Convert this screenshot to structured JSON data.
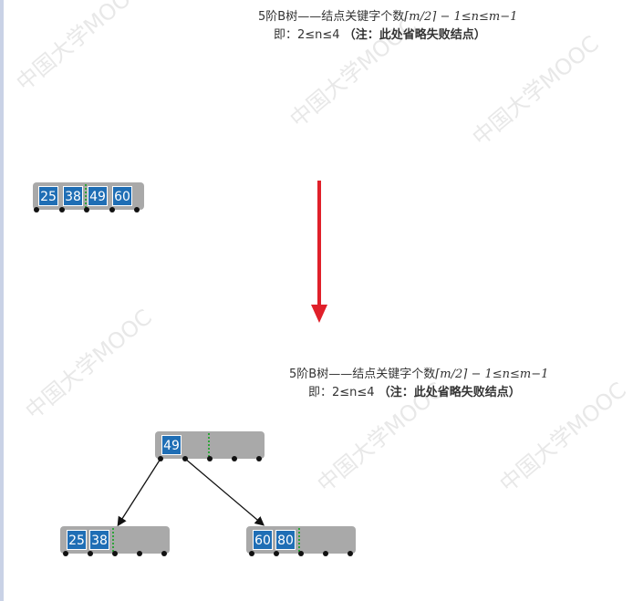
{
  "captions": {
    "top_line1_prefix": "5阶B树——结点关键字个数",
    "top_line1_formula": "⌈m/2⌉ − 1≤n≤m−1",
    "top_line2_prefix": "即：2≤n≤4",
    "top_line2_note": "（注：此处省略失败结点）",
    "bottom_line1_prefix": "5阶B树——结点关键字个数",
    "bottom_line1_formula": "⌈m/2⌉ − 1≤n≤m−1",
    "bottom_line2_prefix": "即：2≤n≤4",
    "bottom_line2_note": "（注：此处省略失败结点）"
  },
  "before_node": {
    "keys": [
      "25",
      "38",
      "49",
      "60"
    ]
  },
  "after_tree": {
    "root_keys": [
      "49"
    ],
    "left_keys": [
      "25",
      "38"
    ],
    "right_keys": [
      "60",
      "80"
    ]
  },
  "watermark": {
    "text": "中国大学MOOC"
  },
  "colors": {
    "key_fill": "#1f6eb5",
    "node_fill": "#a9a9a9",
    "arrow": "#e0202a",
    "split_line": "#2fa33a"
  }
}
